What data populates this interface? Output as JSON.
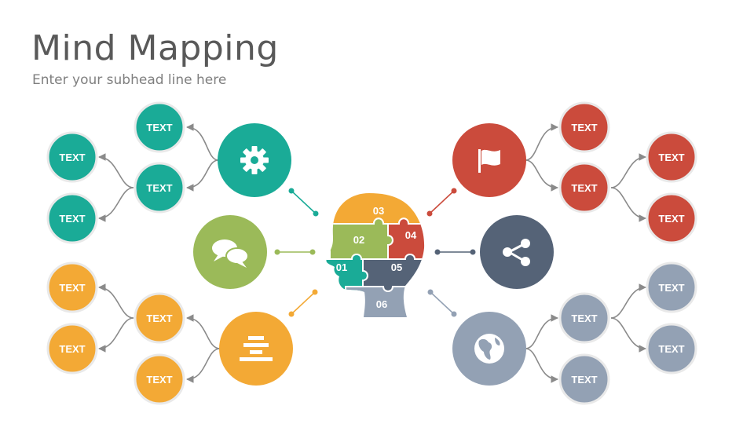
{
  "header": {
    "title": "Mind Mapping",
    "subtitle": "Enter your subhead line here"
  },
  "colors": {
    "teal": "#1aab97",
    "orange": "#f3a935",
    "lightgreen": "#9bba59",
    "red": "#cb4b3c",
    "slate": "#556377",
    "grey": "#93a1b4",
    "connector": "#8a8a8a",
    "node_border": "#e9e9e9"
  },
  "hubs": [
    {
      "id": "gear",
      "icon": "gear-icon",
      "color": "teal"
    },
    {
      "id": "chat",
      "icon": "chat-bubbles-icon",
      "color": "lightgreen"
    },
    {
      "id": "stack",
      "icon": "stacked-bars-icon",
      "color": "orange"
    },
    {
      "id": "flag",
      "icon": "flag-icon",
      "color": "red"
    },
    {
      "id": "share",
      "icon": "share-icon",
      "color": "slate"
    },
    {
      "id": "globe",
      "icon": "globe-icon",
      "color": "grey"
    }
  ],
  "nodes": {
    "gear": [
      "TEXT",
      "TEXT",
      "TEXT",
      "TEXT"
    ],
    "stack": [
      "TEXT",
      "TEXT",
      "TEXT",
      "TEXT"
    ],
    "flag": [
      "TEXT",
      "TEXT",
      "TEXT",
      "TEXT"
    ],
    "globe": [
      "TEXT",
      "TEXT",
      "TEXT",
      "TEXT"
    ]
  },
  "puzzle": {
    "pieces": [
      {
        "num": "01",
        "color": "teal"
      },
      {
        "num": "02",
        "color": "lightgreen"
      },
      {
        "num": "03",
        "color": "orange"
      },
      {
        "num": "04",
        "color": "red"
      },
      {
        "num": "05",
        "color": "slate"
      },
      {
        "num": "06",
        "color": "grey"
      }
    ]
  }
}
